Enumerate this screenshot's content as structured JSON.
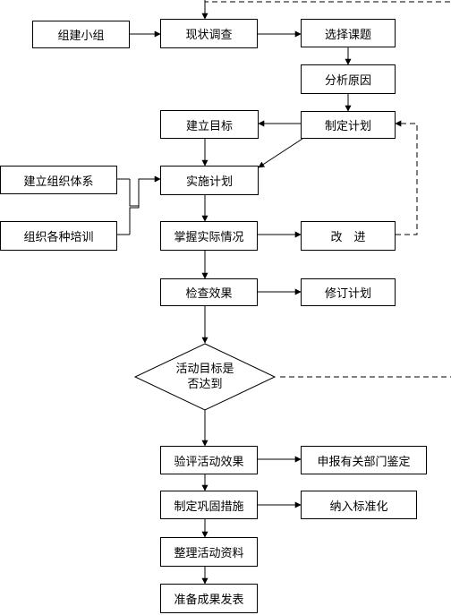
{
  "nodes": {
    "form_group": "组建小组",
    "survey": "现状调查",
    "select_topic": "选择课题",
    "analyze_causes": "分析原因",
    "set_goal": "建立目标",
    "make_plan": "制定计划",
    "build_org": "建立组织体系",
    "execute_plan": "实施计划",
    "train": "组织各种培训",
    "grasp_situation": "掌握实际情况",
    "improve": "改　进",
    "check_effect": "检查效果",
    "revise_plan": "修订计划",
    "goal_reached": "活动目标是\n否达到",
    "verify_effect": "验评活动效果",
    "report_dept": "申报有关部门鉴定",
    "consolidate": "制定巩固措施",
    "standardize": "纳入标准化",
    "organize_materials": "整理活动资料",
    "prepare_release": "准备成果发表"
  }
}
